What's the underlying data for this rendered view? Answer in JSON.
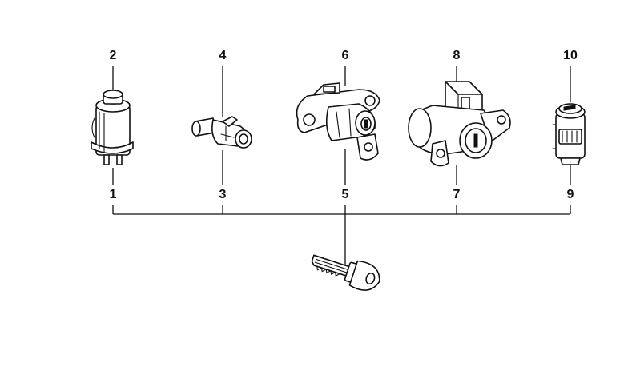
{
  "diagram": {
    "callouts": {
      "c1": "1",
      "c2": "2",
      "c3": "3",
      "c4": "4",
      "c5": "5",
      "c6": "6",
      "c7": "7",
      "c8": "8",
      "c9": "9",
      "c10": "10"
    },
    "colors": {
      "line": "#111111",
      "background": "#ffffff"
    },
    "parts": [
      "door-lock-cylinder-icon",
      "pin-icon",
      "lock-housing-icon",
      "trunk-lock-icon",
      "ignition-cylinder-icon",
      "key-icon"
    ]
  }
}
